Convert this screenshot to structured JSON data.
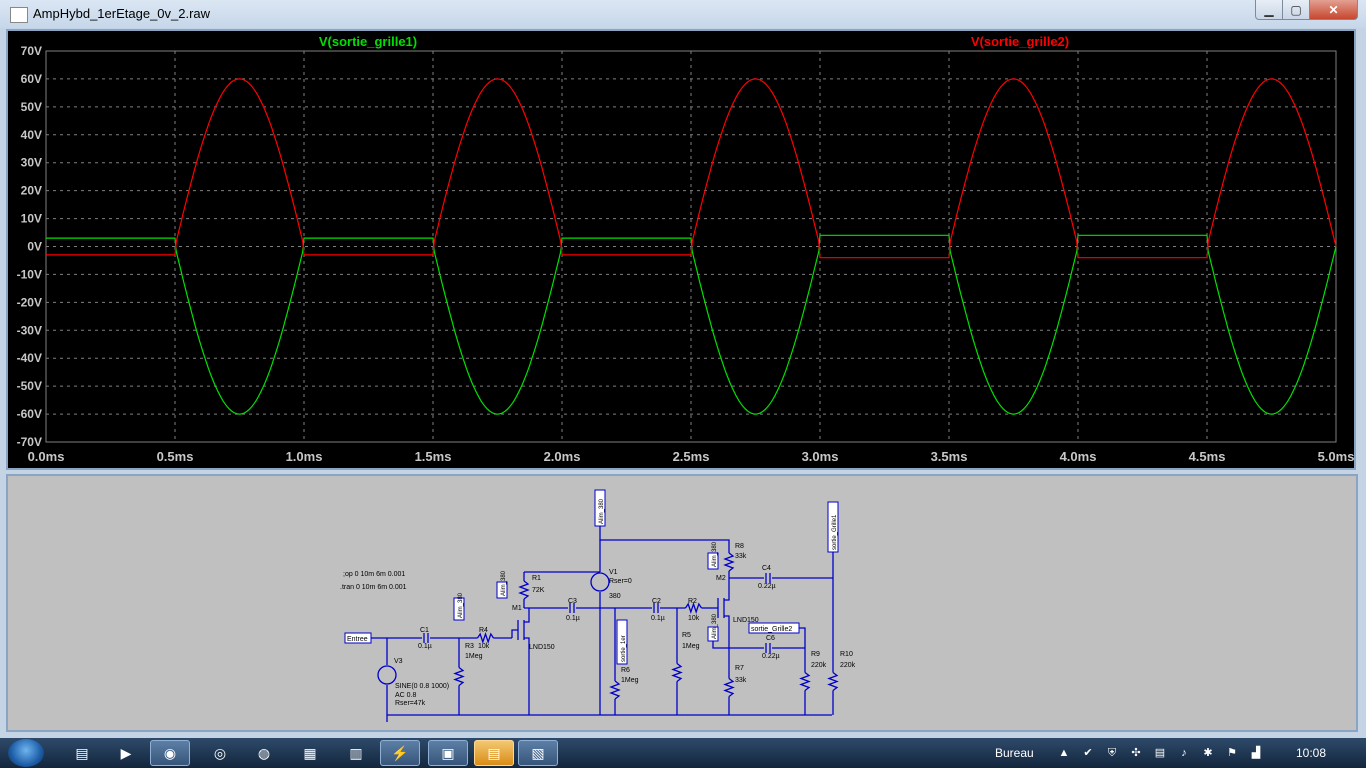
{
  "window": {
    "title": "AmpHybd_1erEtage_0v_2.raw"
  },
  "plot": {
    "traces": [
      {
        "name": "V(sortie_grille1)",
        "color": "#00e000"
      },
      {
        "name": "V(sortie_grille2)",
        "color": "#ff0000"
      }
    ],
    "y_ticks": [
      "70V",
      "60V",
      "50V",
      "40V",
      "30V",
      "20V",
      "10V",
      "0V",
      "-10V",
      "-20V",
      "-30V",
      "-40V",
      "-50V",
      "-60V",
      "-70V"
    ],
    "x_ticks": [
      "0.0ms",
      "0.5ms",
      "1.0ms",
      "1.5ms",
      "2.0ms",
      "2.5ms",
      "3.0ms",
      "3.5ms",
      "4.0ms",
      "4.5ms",
      "5.0ms"
    ]
  },
  "chart_data": {
    "type": "line",
    "xlabel": "",
    "ylabel": "",
    "xlim": [
      0,
      5
    ],
    "ylim": [
      -70,
      70
    ],
    "x_unit": "ms",
    "y_unit": "V",
    "grid": true,
    "series": [
      {
        "name": "V(sortie_grille1)",
        "x": [
          0,
          0.5,
          0.625,
          0.75,
          0.875,
          1.0,
          1.5,
          1.625,
          1.75,
          1.875,
          2.0,
          2.5,
          2.625,
          2.75,
          2.875,
          3.0,
          3.5,
          3.625,
          3.75,
          3.875,
          4.0,
          4.5,
          4.625,
          4.75,
          4.875,
          5.0
        ],
        "y": [
          3,
          3,
          -42,
          -60,
          -42,
          3,
          3,
          -42,
          -60,
          -42,
          3,
          3,
          -42,
          -60,
          -42,
          4,
          4,
          -42,
          -60,
          -42,
          4,
          4,
          -42,
          -60,
          -42,
          0
        ]
      },
      {
        "name": "V(sortie_grille2)",
        "x": [
          0,
          0.5,
          0.625,
          0.75,
          0.875,
          1.0,
          1.5,
          1.625,
          1.75,
          1.875,
          2.0,
          2.5,
          2.625,
          2.75,
          2.875,
          3.0,
          3.5,
          3.625,
          3.75,
          3.875,
          4.0,
          4.5,
          4.625,
          4.75,
          4.875,
          5.0
        ],
        "y": [
          -3,
          -3,
          42,
          60,
          42,
          -3,
          -3,
          42,
          60,
          42,
          -3,
          -3,
          42,
          60,
          42,
          -4,
          -4,
          42,
          60,
          42,
          -4,
          -4,
          42,
          60,
          42,
          0
        ]
      }
    ]
  },
  "schematic": {
    "directives": [
      ";op 0 10m 6m 0.001",
      ".tran 0 10m 6m 0.001"
    ],
    "labels": {
      "entree": "Entree",
      "alim380": "Alim_380",
      "sortie_grille1": "sortie_Grille1",
      "sortie_grille2": "sortie_Grille2",
      "sortie_1er": "sortie_1er",
      "v1": "V1",
      "v1_rser": "Rser=0",
      "v1_val": "380",
      "v3": "V3",
      "v3_src": "SINE(0 0.8 1000)",
      "v3_ac": "AC 0.8",
      "v3_rser": "Rser=47k",
      "r1": "R1",
      "r1v": "72K",
      "r2": "R2",
      "r2v": "10k",
      "r3": "R3",
      "r3v": "1Meg",
      "r4": "R4",
      "r4v": "10k",
      "r5": "R5",
      "r5v": "1Meg",
      "r6": "R6",
      "r6v": "1Meg",
      "r7": "R7",
      "r7v": "33k",
      "r8": "R8",
      "r8v": "33k",
      "r9": "R9",
      "r9v": "220k",
      "r10": "R10",
      "r10v": "220k",
      "c1": "C1",
      "c1v": "0.1µ",
      "c2": "C2",
      "c2v": "0.1µ",
      "c3": "C3",
      "c3v": "0.1µ",
      "c4": "C4",
      "c4v": "0.22µ",
      "c6": "C6",
      "c6v": "0.22µ",
      "m1": "M1",
      "m2": "M2",
      "m1t": "LND150",
      "m2t": "LND150"
    }
  },
  "taskbar": {
    "desktop_label": "Bureau",
    "clock": "10:08"
  }
}
